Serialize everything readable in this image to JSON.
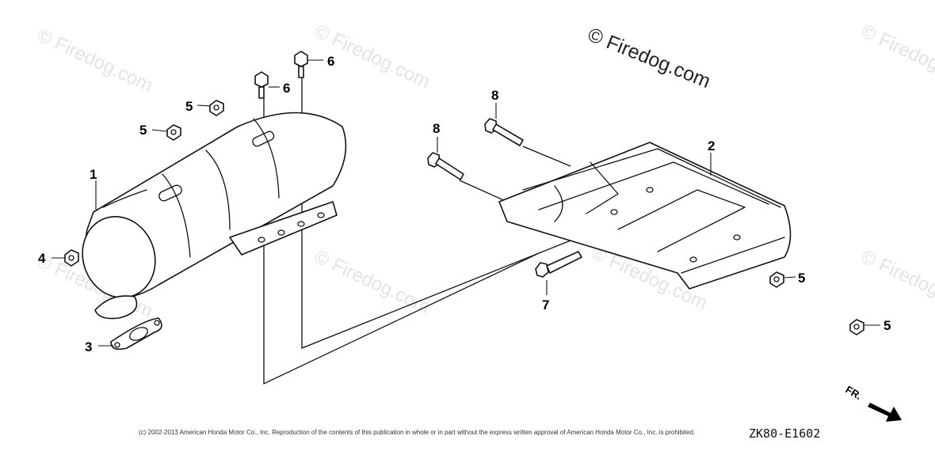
{
  "watermark": {
    "main": "© Firedog.com",
    "faint": "© Firedog.com"
  },
  "callouts": {
    "c1": "1",
    "c2": "2",
    "c3": "3",
    "c4": "4",
    "c5a": "5",
    "c5b": "5",
    "c5c": "5",
    "c5d": "5",
    "c6a": "6",
    "c6b": "6",
    "c7": "7",
    "c8a": "8",
    "c8b": "8"
  },
  "footer": {
    "copyright": "(c) 2002-2013 American Honda Motor Co., Inc. Reproduction of the contents of this publication in whole or in part without the express written approval of American Honda Motor Co., Inc. is prohibited.",
    "diagram_code": "ZK80-E1602"
  },
  "direction_indicator": {
    "label": "FR."
  }
}
